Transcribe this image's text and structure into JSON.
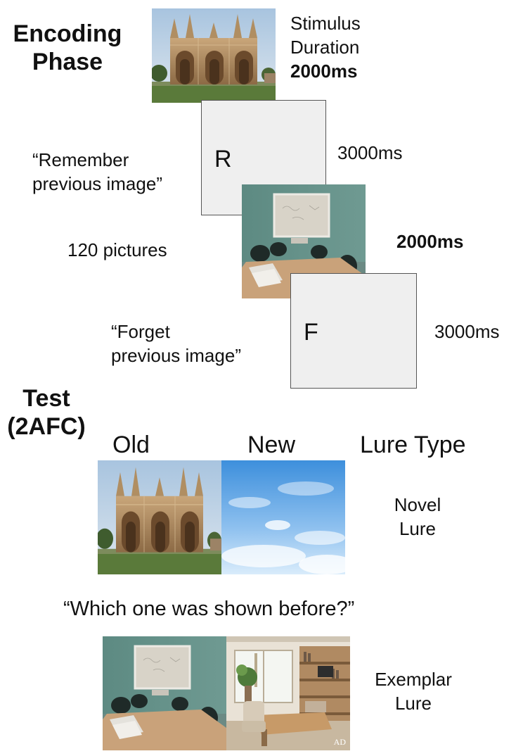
{
  "encoding": {
    "heading": [
      "Encoding",
      "Phase"
    ],
    "stimulus_duration_label": [
      "Stimulus",
      "Duration"
    ],
    "stimulus_duration_value": "2000ms",
    "cue_duration_1": "3000ms",
    "image_duration_2": "2000ms",
    "cue_duration_2": "3000ms",
    "remember_text": [
      "“Remember",
      "previous image”"
    ],
    "forget_text": [
      "“Forget",
      "previous image”"
    ],
    "picture_count": "120 pictures",
    "cue_letters": {
      "remember": "R",
      "forget": "F"
    }
  },
  "test": {
    "heading": [
      "Test",
      "(2AFC)"
    ],
    "columns": {
      "old": "Old",
      "new": "New",
      "lure_type": "Lure Type"
    },
    "question": "“Which one was shown before?”",
    "lure_types": [
      [
        "Novel",
        "Lure"
      ],
      [
        "Exemplar",
        "Lure"
      ]
    ],
    "watermark": "AD"
  },
  "images": {
    "cathedral": "cathedral-photo",
    "office": "office-photo",
    "sky": "sky-photo",
    "study_room": "study-room-photo"
  }
}
